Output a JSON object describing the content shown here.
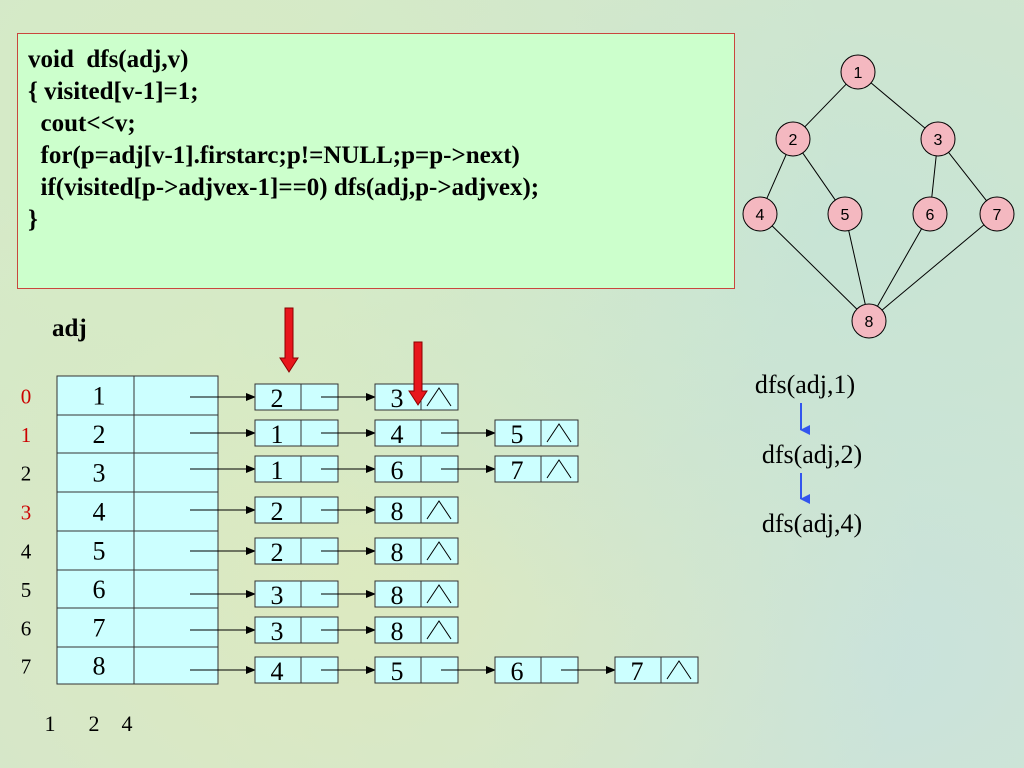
{
  "code": [
    "void  dfs(adj,v)",
    "{ visited[v-1]=1;",
    "  cout<<v;",
    "  for(p=adj[v-1].firstarc;p!=NULL;p=p->next)",
    "  if(visited[p->adjvex-1]==0) dfs(adj,p->adjvex);",
    "}"
  ],
  "adj_label": "adj",
  "index_labels": [
    "0",
    "1",
    "2",
    "3",
    "4",
    "5",
    "6",
    "7"
  ],
  "highlighted_indices": [
    0,
    1,
    3
  ],
  "highlight_color": "#cc0000",
  "vertices": [
    "1",
    "2",
    "3",
    "4",
    "5",
    "6",
    "7",
    "8"
  ],
  "adjacency": [
    [
      "2",
      "3"
    ],
    [
      "1",
      "4",
      "5"
    ],
    [
      "1",
      "6",
      "7"
    ],
    [
      "2",
      "8"
    ],
    [
      "2",
      "8"
    ],
    [
      "3",
      "8"
    ],
    [
      "3",
      "8"
    ],
    [
      "4",
      "5",
      "6",
      "7"
    ]
  ],
  "graph": {
    "nodes": [
      "1",
      "2",
      "3",
      "4",
      "5",
      "6",
      "7",
      "8"
    ],
    "edges": [
      [
        "1",
        "2"
      ],
      [
        "1",
        "3"
      ],
      [
        "2",
        "4"
      ],
      [
        "2",
        "5"
      ],
      [
        "3",
        "6"
      ],
      [
        "3",
        "7"
      ],
      [
        "4",
        "8"
      ],
      [
        "5",
        "8"
      ],
      [
        "6",
        "8"
      ],
      [
        "7",
        "8"
      ]
    ],
    "node_fill": "#f4b8c0"
  },
  "call_trace": [
    "dfs(adj,1)",
    "dfs(adj,2)",
    "dfs(adj,4)"
  ],
  "trace_arrow_color": "#3355ee",
  "pointer_color": "#e8161c",
  "output_sequence": [
    "1",
    "2",
    "4"
  ]
}
